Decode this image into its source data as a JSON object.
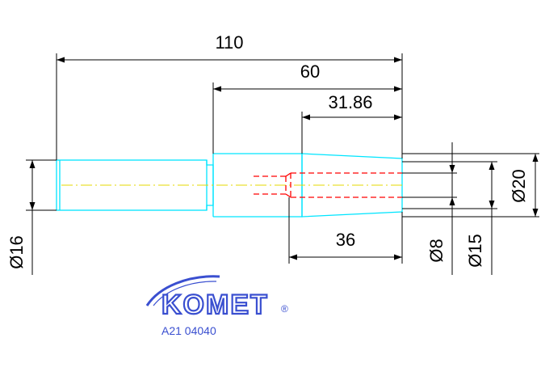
{
  "drawing": {
    "dimensions": {
      "overall_length": "110",
      "length_60": "60",
      "length_31_86": "31.86",
      "length_36": "36",
      "dia_16": "Ø16",
      "dia_8": "Ø8",
      "dia_15": "Ø15",
      "dia_20": "Ø20"
    },
    "logo": {
      "brand": "KOMET",
      "registered": "®",
      "part_number": "A21 04040"
    },
    "colors": {
      "outline": "#00e5ff",
      "centerline": "#e6d800",
      "hidden": "#ff0000",
      "dimension": "#000000",
      "logo": "#3a4fd0"
    }
  }
}
